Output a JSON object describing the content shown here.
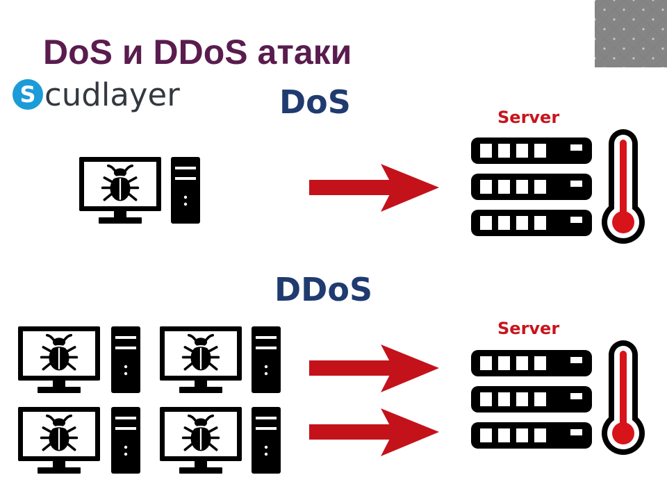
{
  "slide": {
    "title": "DoS и DDoS атаки"
  },
  "logo": {
    "mark": "S",
    "wordmark": "cudlayer"
  },
  "dos": {
    "label": "DoS",
    "server_label": "Server"
  },
  "ddos": {
    "label": "DDoS",
    "server_label": "Server"
  },
  "icons": {
    "attacker": "bug-icon",
    "computer": "monitor-icon",
    "tower": "computer-tower-icon",
    "server": "server-rack-icon",
    "load": "thermometer-icon",
    "arrow": "arrow-right-icon"
  },
  "colors": {
    "title": "#5a1c4e",
    "attack_label": "#1f3b6f",
    "arrow": "#c4121b",
    "server_label": "#c8141c",
    "logo_mark": "#1b9bd7",
    "logo_text": "#33393f",
    "mercury": "#d7141a",
    "decoration": "#505050"
  }
}
